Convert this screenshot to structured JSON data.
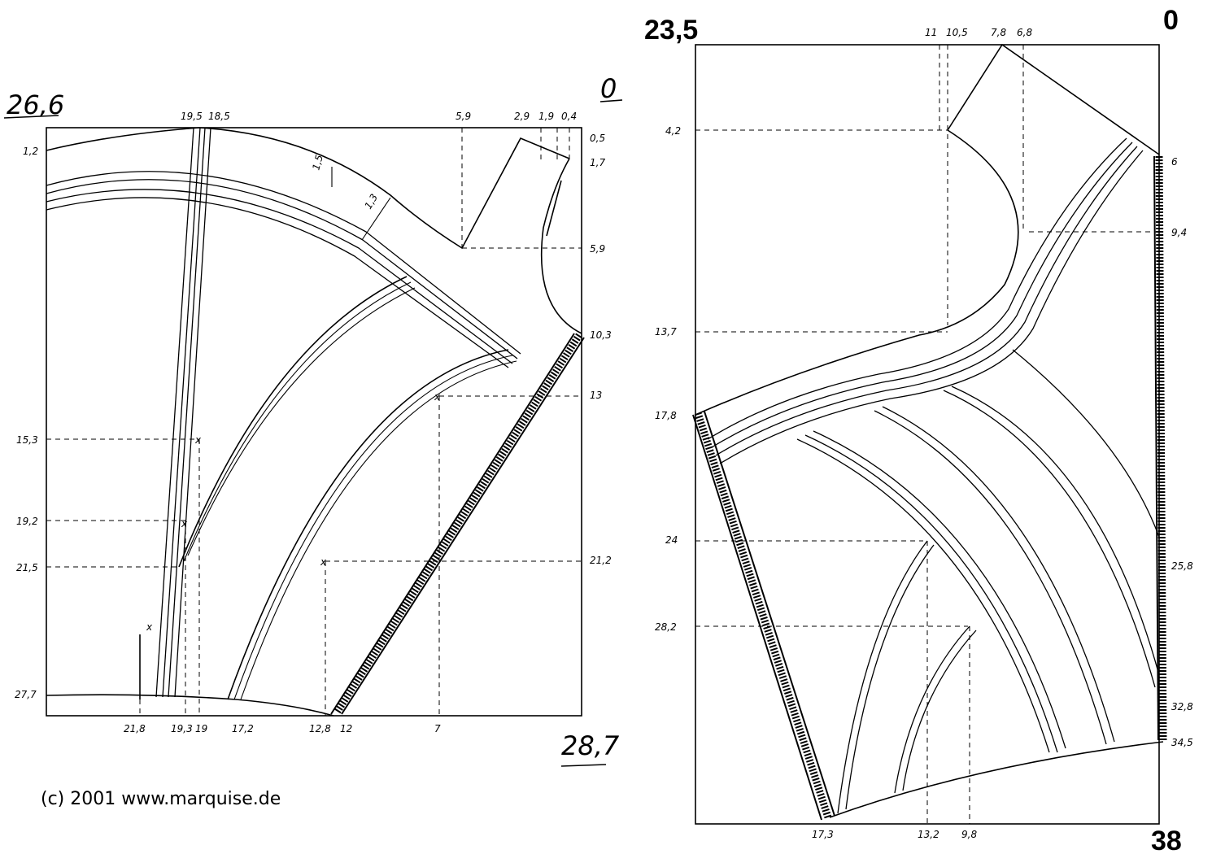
{
  "left_panel": {
    "corner_tl": "26,6",
    "corner_tr": "0",
    "corner_br": "28,7",
    "top_ticks": [
      "19,5",
      "18,5",
      "5,9",
      "2,9",
      "1,9",
      "0,4"
    ],
    "right_ticks": [
      "0,5",
      "1,7",
      "5,9",
      "10,3",
      "13",
      "21,2"
    ],
    "left_ticks": [
      "1,2",
      "15,3",
      "19,2",
      "21,5",
      "27,7"
    ],
    "bottom_ticks": [
      "21,8",
      "19,3",
      "19",
      "17,2",
      "12,8",
      "12",
      "7"
    ],
    "seam_notes": [
      "1,5",
      "1,3"
    ],
    "marks": [
      "x",
      "x",
      "x",
      "x",
      "x"
    ]
  },
  "right_panel": {
    "corner_tl": "23,5",
    "corner_tr": "0",
    "corner_br": "38",
    "top_ticks": [
      "11",
      "10,5",
      "7,8",
      "6,8"
    ],
    "left_ticks": [
      "4,2",
      "13,7",
      "17,8",
      "24",
      "28,2"
    ],
    "right_ticks": [
      "6",
      "9,4",
      "25,8",
      "32,8",
      "34,5"
    ],
    "bottom_ticks": [
      "17,3",
      "13,2",
      "9,8"
    ]
  },
  "copyright": "(c) 2001 www.marquise.de"
}
